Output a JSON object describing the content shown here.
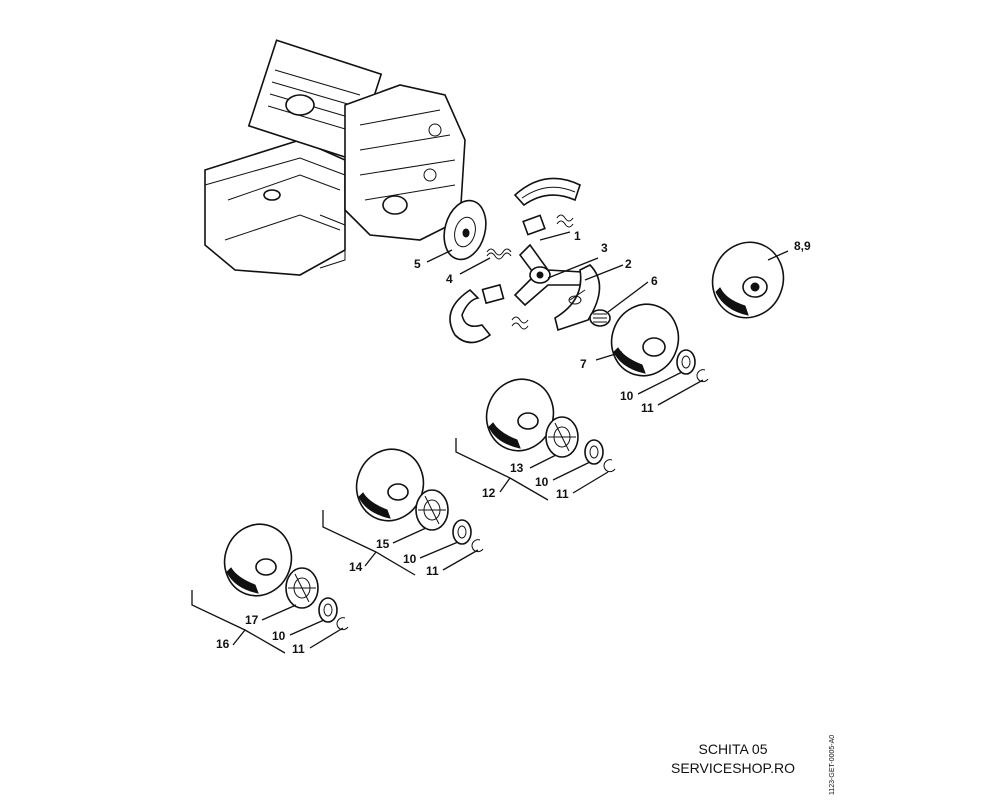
{
  "callouts": {
    "c1": "1",
    "c2": "2",
    "c3": "3",
    "c4": "4",
    "c5": "5",
    "c6": "6",
    "c7": "7",
    "c89": "8,9",
    "c10a": "10",
    "c11a": "11",
    "c12": "12",
    "c13": "13",
    "c10b": "10",
    "c11b": "11",
    "c14": "14",
    "c15": "15",
    "c10c": "10",
    "c11c": "11",
    "c16": "16",
    "c17": "17",
    "c10d": "10",
    "c11d": "11"
  },
  "caption": {
    "title": "SCHITA 05",
    "site": "SERVICESHOP.RO",
    "doc_id": "1123-GET-0005-A0"
  }
}
